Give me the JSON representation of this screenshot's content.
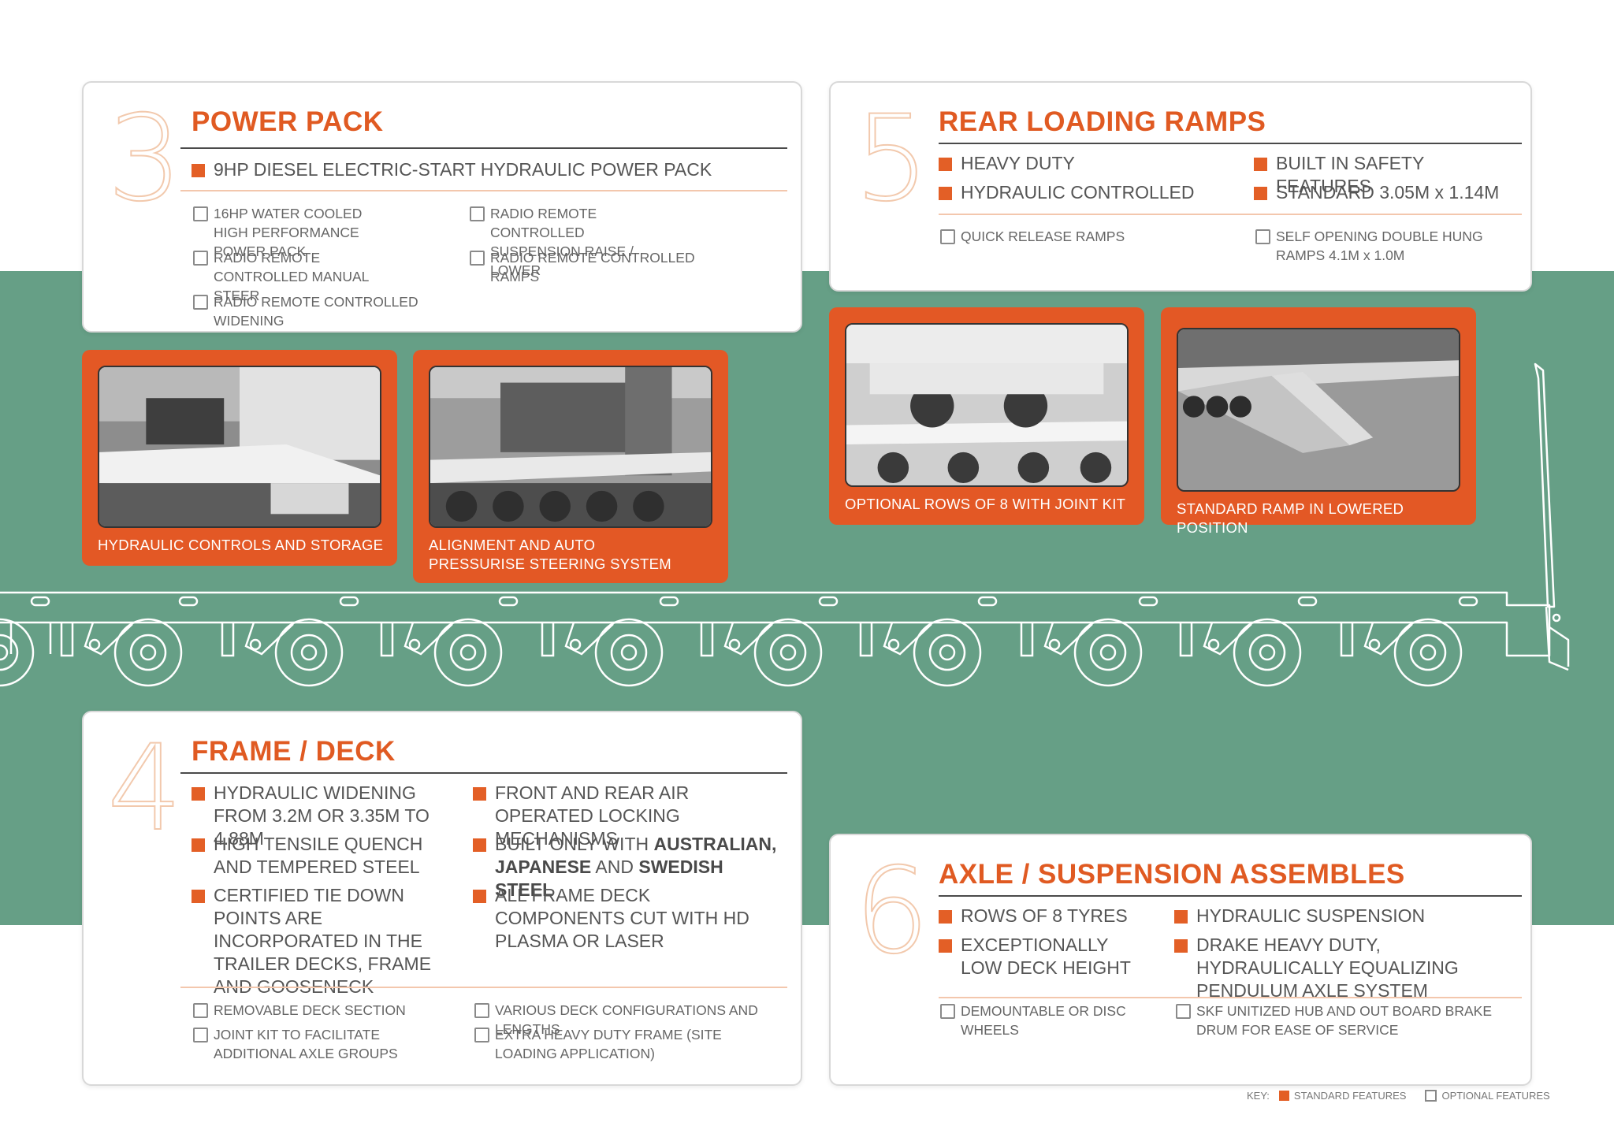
{
  "cards": {
    "power_pack": {
      "number": "3",
      "title": "POWER PACK",
      "standard": [
        "9HP DIESEL ELECTRIC-START HYDRAULIC POWER PACK"
      ],
      "optional_left": [
        "16HP WATER COOLED HIGH PERFORMANCE POWER PACK",
        "RADIO REMOTE CONTROLLED MANUAL STEER",
        "RADIO REMOTE CONTROLLED WIDENING"
      ],
      "optional_right": [
        "RADIO REMOTE CONTROLLED SUSPENSION RAISE / LOWER",
        "RADIO REMOTE CONTROLLED RAMPS"
      ]
    },
    "rear_ramps": {
      "number": "5",
      "title": "REAR LOADING RAMPS",
      "standard_left": [
        "HEAVY DUTY",
        "HYDRAULIC CONTROLLED"
      ],
      "standard_right": [
        "BUILT IN SAFETY FEATURES",
        "STANDARD 3.05M x 1.14M"
      ],
      "optional_left": [
        "QUICK RELEASE RAMPS"
      ],
      "optional_right": [
        "SELF OPENING DOUBLE HUNG RAMPS 4.1M x 1.0M"
      ]
    },
    "frame_deck": {
      "number": "4",
      "title": "FRAME / DECK",
      "standard_left": [
        "HYDRAULIC WIDENING FROM 3.2M OR 3.35M TO 4.88M",
        "HIGH TENSILE QUENCH AND TEMPERED STEEL",
        "CERTIFIED TIE DOWN POINTS ARE INCORPORATED IN THE TRAILER DECKS, FRAME AND GOOSENECK"
      ],
      "standard_right_1": "FRONT AND REAR AIR OPERATED LOCKING MECHANISMS",
      "standard_right_2": {
        "p1": "BUILT ONLY WITH ",
        "b1": "AUSTRALIAN,",
        "b2": "JAPANESE",
        "p2": " AND ",
        "b3": "SWEDISH STEEL"
      },
      "standard_right_3": "ALL FRAME DECK COMPONENTS CUT WITH HD PLASMA OR LASER",
      "optional_left": [
        "REMOVABLE DECK SECTION",
        "JOINT KIT TO FACILITATE ADDITIONAL AXLE GROUPS"
      ],
      "optional_right": [
        "VARIOUS DECK CONFIGURATIONS AND LENGTHS",
        "EXTRA HEAVY DUTY FRAME (SITE LOADING APPLICATION)"
      ]
    },
    "axle": {
      "number": "6",
      "title": "AXLE / SUSPENSION ASSEMBLES",
      "standard_left": [
        "ROWS OF 8 TYRES",
        "EXCEPTIONALLY LOW DECK HEIGHT"
      ],
      "standard_right": [
        "HYDRAULIC SUSPENSION",
        "DRAKE HEAVY DUTY, HYDRAULICALLY EQUALIZING PENDULUM AXLE SYSTEM"
      ],
      "optional_left": [
        "DEMOUNTABLE OR DISC WHEELS"
      ],
      "optional_right": [
        "SKF UNITIZED HUB AND OUT BOARD BRAKE DRUM FOR EASE OF SERVICE"
      ]
    }
  },
  "photos": [
    {
      "caption": "HYDRAULIC CONTROLS AND STORAGE"
    },
    {
      "caption": "ALIGNMENT AND AUTO PRESSURISE STEERING SYSTEM"
    },
    {
      "caption": "OPTIONAL ROWS OF 8 WITH JOINT KIT"
    },
    {
      "caption": "STANDARD RAMP IN LOWERED POSITION"
    }
  ],
  "key": {
    "label": "KEY:",
    "standard": "STANDARD FEATURES",
    "optional": "OPTIONAL FEATURES"
  },
  "colors": {
    "accent": "#e35825",
    "band": "#669f86",
    "rule": "#f3c7ad"
  }
}
